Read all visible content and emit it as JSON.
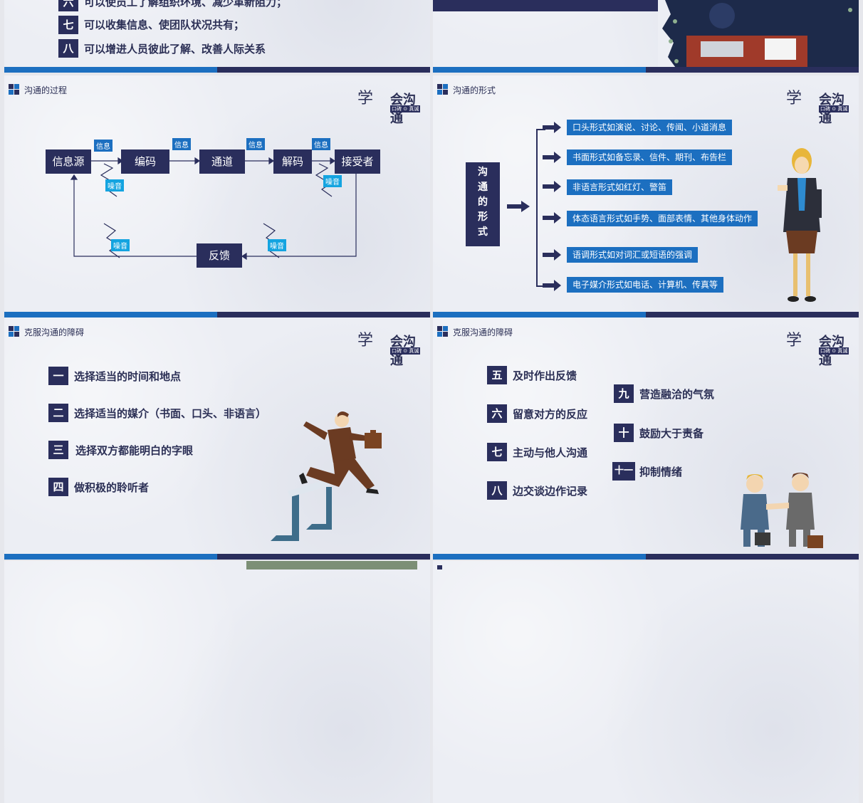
{
  "colors": {
    "navy": "#2a2e5c",
    "blue": "#1c6fc0",
    "cyan": "#14a4e0"
  },
  "logo": {
    "part1": "学",
    "part2": "会沟通",
    "tagline": "口碑 ⊙ 真诚"
  },
  "slide1": {
    "items": [
      {
        "num": "六",
        "text": "可以使员工了解组织环境、减少革新阻力；"
      },
      {
        "num": "七",
        "text": "可以收集信息、使团队状况共有；"
      },
      {
        "num": "八",
        "text": "可以增进人员彼此了解、改善人际关系"
      }
    ]
  },
  "slide3": {
    "title": "沟通的过程",
    "nodes": {
      "source": "信息源",
      "encode": "编码",
      "channel": "通道",
      "decode": "解码",
      "receiver": "接受者",
      "feedback": "反馈"
    },
    "info": "信息",
    "noise": "噪音"
  },
  "slide4": {
    "title": "沟通的形式",
    "side": [
      "沟",
      "通",
      "的",
      "形",
      "式"
    ],
    "forms": [
      "口头形式如演说、讨论、传闻、小道消息",
      "书面形式如备忘录、信件、期刊、布告栏",
      "非语言形式如红灯、警笛",
      "体态语言形式如手势、面部表情、其他身体动作",
      "语调形式如对词汇或短语的强调",
      "电子媒介形式如电话、计算机、传真等"
    ]
  },
  "slide5": {
    "title": "克服沟通的障碍",
    "items": [
      {
        "num": "一",
        "text": "选择适当的时间和地点"
      },
      {
        "num": "二",
        "text": "选择适当的媒介（书面、口头、非语言）"
      },
      {
        "num": "三",
        "text": "选择双方都能明白的字眼"
      },
      {
        "num": "四",
        "text": "做积极的聆听者"
      }
    ]
  },
  "slide6": {
    "title": "克服沟通的障碍",
    "left": [
      {
        "num": "五",
        "text": "及时作出反馈"
      },
      {
        "num": "六",
        "text": "留意对方的反应"
      },
      {
        "num": "七",
        "text": "主动与他人沟通"
      },
      {
        "num": "八",
        "text": "边交谈边作记录"
      }
    ],
    "right": [
      {
        "num": "九",
        "text": "营造融洽的气氛"
      },
      {
        "num": "十",
        "text": "鼓励大于责备"
      },
      {
        "num": "十一",
        "text": "抑制情绪"
      }
    ]
  }
}
